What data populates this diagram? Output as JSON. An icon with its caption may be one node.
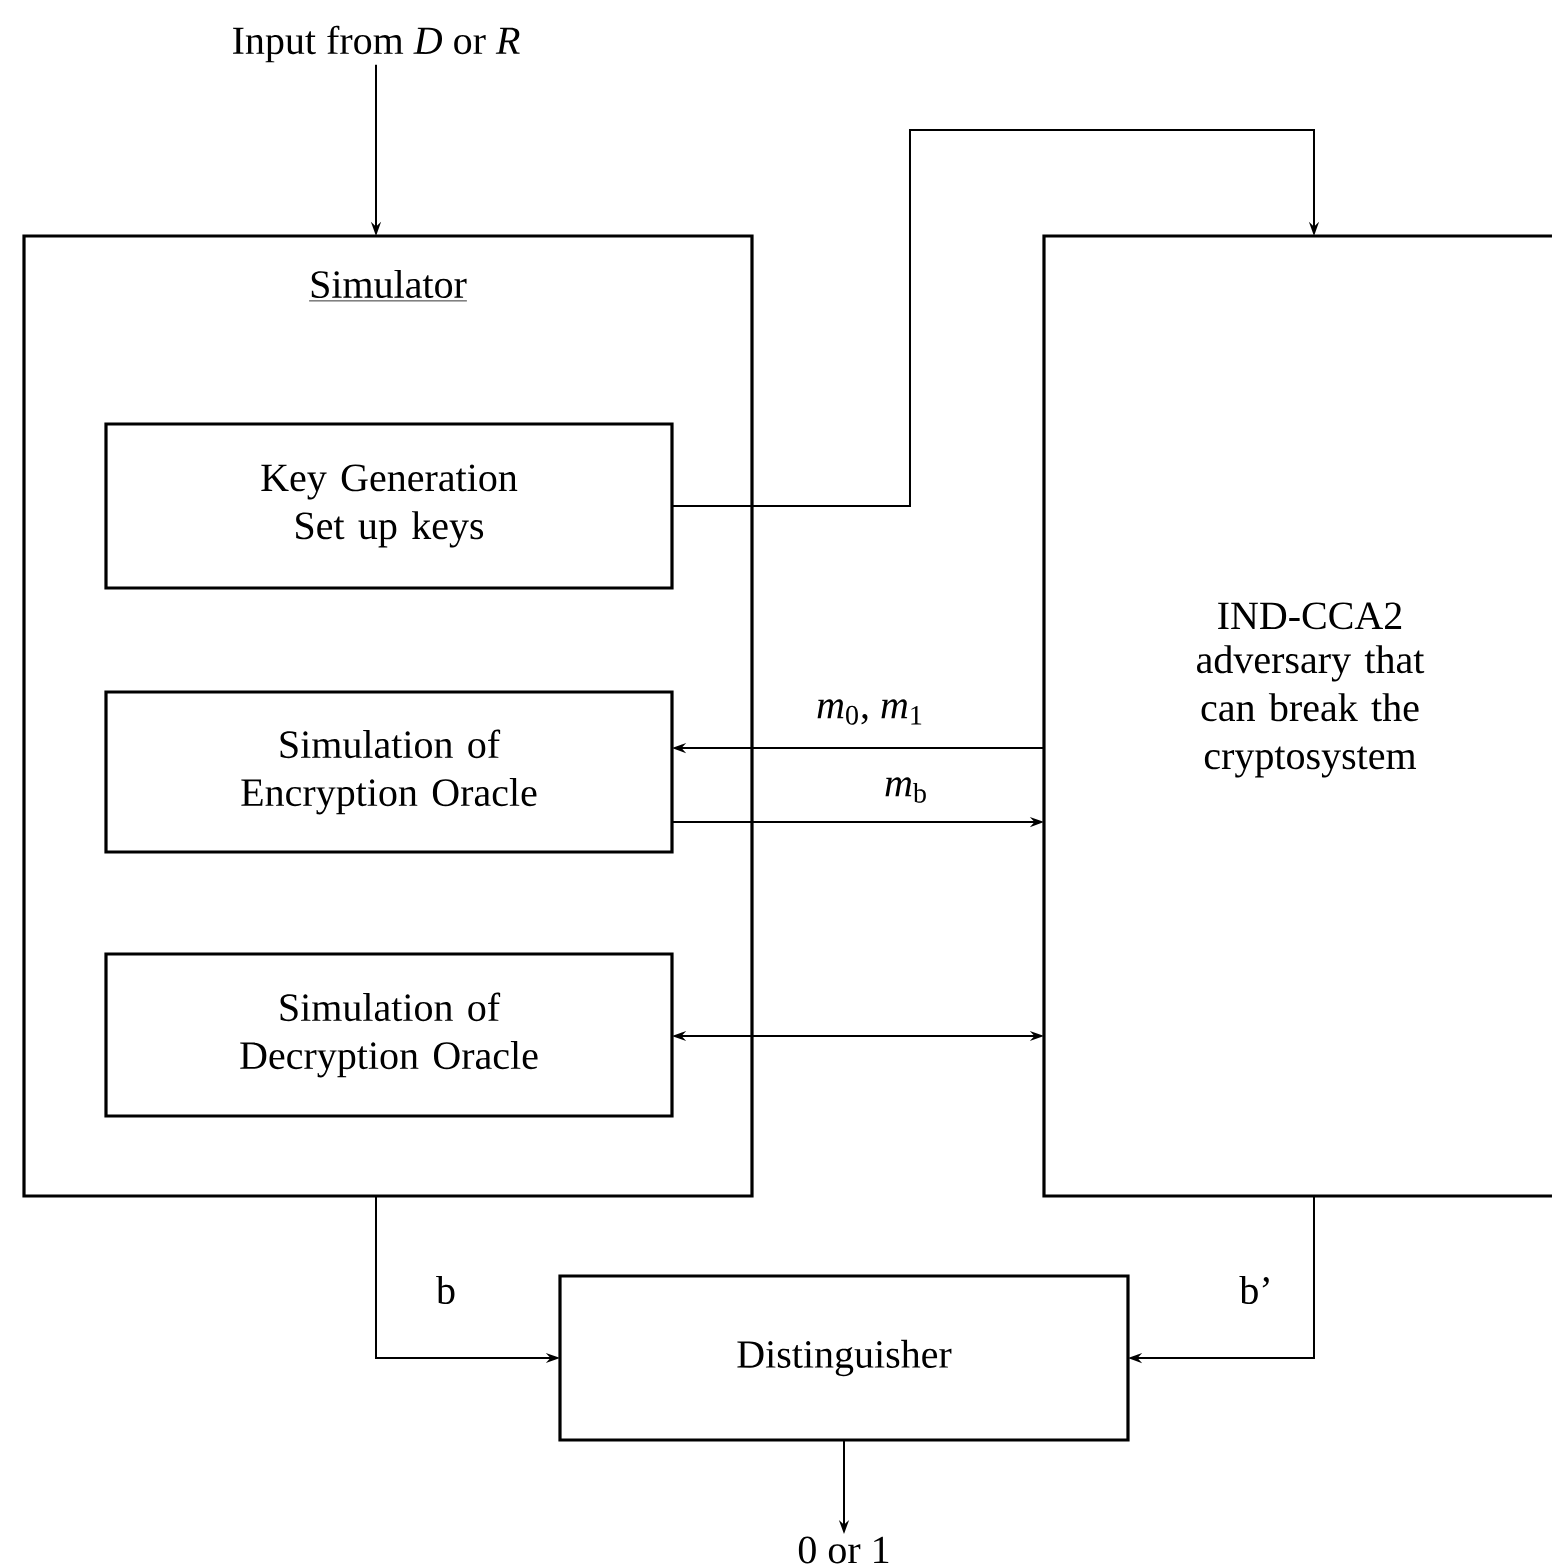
{
  "diagram": {
    "nodes": [
      {
        "text": [
          "Input from *D* or *R*"
        ]
      },
      {
        "text": [
          "Simulator"
        ]
      },
      {
        "text": [
          "Key Generation",
          "Set up keys"
        ],
        "in": 1
      },
      {
        "text": [
          "Simulation of Encryption Oracle"
        ],
        "in": 1
      },
      {
        "text": [
          "Simulation of Decryption Oracle"
        ],
        "in": 1
      },
      {
        "text": [
          "IND-CCA2",
          "adversary that can break the cryptosystem"
        ]
      },
      {
        "text": [
          "Distinguisher"
        ]
      },
      {
        "text": [
          "0 or 1"
        ]
      }
    ],
    "edges": [
      {
        "from": 0,
        "to": 1,
        "arrow": "to"
      },
      {
        "from": 2,
        "to": 5,
        "arrow": "to"
      },
      {
        "from": 5,
        "to": 3,
        "arrow": "to",
        "label": "*m*$_{0}$,  *m*$_{1}$"
      },
      {
        "from": 3,
        "to": 5,
        "arrow": "to",
        "label": "*m*$_{b}$"
      },
      {
        "from": 4,
        "to": 5,
        "arrow": "both"
      },
      {
        "from": 1,
        "to": 6,
        "arrow": "to",
        "label": "b"
      },
      {
        "from": 5,
        "to": 6,
        "arrow": "to",
        "label": "b’"
      },
      {
        "from": 6,
        "to": 7,
        "arrow": "to"
      }
    ]
  }
}
